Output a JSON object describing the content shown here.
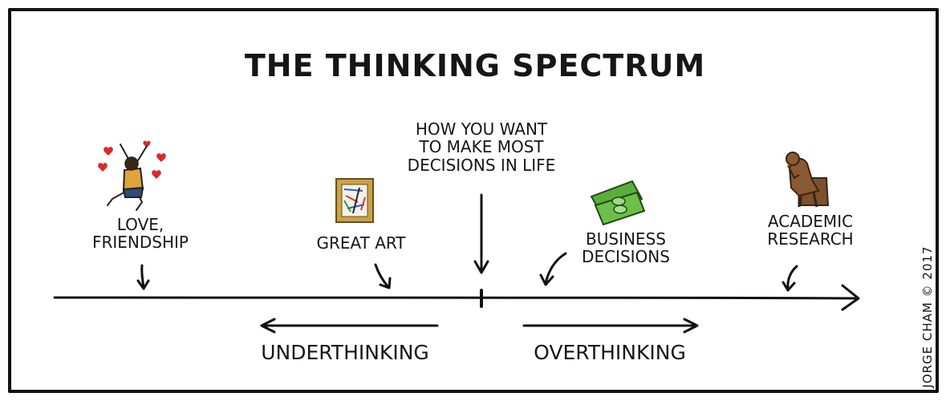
{
  "title": "THE THINKING SPECTRUM",
  "center_label": [
    "HOW YOU WANT",
    "TO MAKE MOST",
    "DECISIONS IN LIFE"
  ],
  "points": [
    {
      "label": [
        "LOVE,",
        "FRIENDSHIP"
      ]
    },
    {
      "label": [
        "GREAT ART"
      ]
    },
    {
      "label": [
        "BUSINESS",
        "DECISIONS"
      ]
    },
    {
      "label": [
        "ACADEMIC",
        "RESEARCH"
      ]
    }
  ],
  "left_direction": "UNDERTHINKING",
  "right_direction": "OVERTHINKING",
  "credit": "JORGE CHAM © 2017",
  "colors": {
    "line": "#111111",
    "heart": "#d92b2b",
    "money": "#5cae3a",
    "frame": "#c9a24a",
    "statue": "#8a5a32"
  }
}
